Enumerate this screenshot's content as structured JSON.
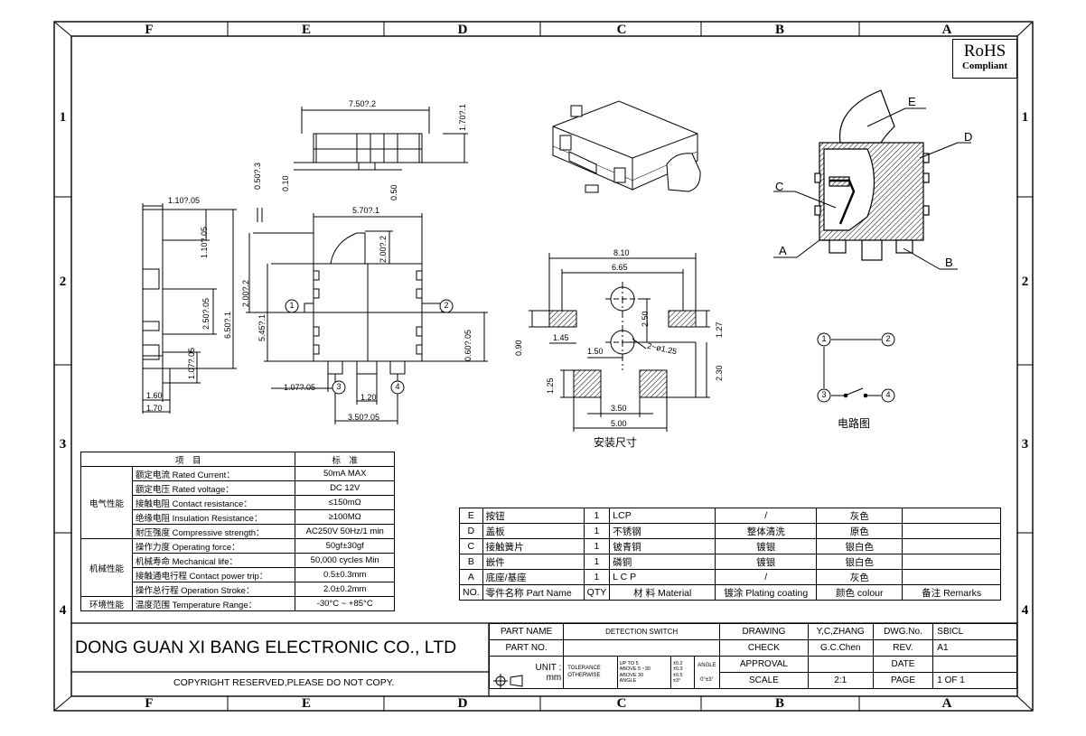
{
  "zones": {
    "columns_top": [
      "F",
      "E",
      "D",
      "C",
      "B",
      "A"
    ],
    "columns_bottom": [
      "F",
      "E",
      "D",
      "C",
      "B",
      "A"
    ],
    "rows_left": [
      "1",
      "2",
      "3",
      "4"
    ],
    "rows_right": [
      "1",
      "2",
      "3",
      "4"
    ]
  },
  "rohs": {
    "line1": "RoHS",
    "line2": "Compliant"
  },
  "dimensions": {
    "top_width": "7.50?.2",
    "top_height": "1.70?.1",
    "top_010": "0.10",
    "top_050": "0.50",
    "left_stack": "0.50?.3",
    "side_width": "1.10?.05",
    "side_110": "1.10?.05",
    "side_250": "2.50?.05",
    "side_650": "6.50?.1",
    "side_107": "1.07?.05",
    "side_160": "1.60",
    "side_170": "1.70",
    "front_570": "5.70?.1",
    "front_200a": "2.00?.2",
    "front_200b": "2.00?.2",
    "front_545": "5.45?.1",
    "front_060": "0.60?.05",
    "front_107": "1.07?.05",
    "front_120": "1.20",
    "front_350": "3.50?.05",
    "pad_810": "8.10",
    "pad_665": "6.65",
    "pad_250": "2.50",
    "pad_127": "1.27",
    "pad_090": "0.90",
    "pad_145": "1.45",
    "pad_150": "1.50",
    "pad_hole": "2~ø1.25",
    "pad_230": "2.30",
    "pad_125": "1.25",
    "pad_350": "3.50",
    "pad_500": "5.00"
  },
  "circles": {
    "p1": "1",
    "p2": "2",
    "p3": "3",
    "p4": "4"
  },
  "labels": {
    "mount_caption": "安装尺寸",
    "circuit_caption": "电路图",
    "cut_E": "E",
    "cut_D": "D",
    "cut_C": "C",
    "cut_A": "A",
    "cut_B": "B"
  },
  "spec": {
    "header": {
      "item": "项　目",
      "standard": "标　准"
    },
    "groups": [
      {
        "name": "电气性能",
        "rows": [
          {
            "item": "额定电流  Rated Current：",
            "value": "50mA MAX"
          },
          {
            "item": "额定电压  Rated voltage：",
            "value": "DC 12V"
          },
          {
            "item": "接触电阻  Contact resistance：",
            "value": "≤150mΩ"
          },
          {
            "item": "绝缘电阻  Insulation Resistance：",
            "value": "≥100MΩ"
          },
          {
            "item": "耐压强度  Compressive strength：",
            "value": "AC250V  50Hz/1 min"
          }
        ]
      },
      {
        "name": "机械性能",
        "rows": [
          {
            "item": "操作力度  Operating force：",
            "value": "50gf±30gf"
          },
          {
            "item": "机械寿命  Mechanical life：",
            "value": "50,000 cycles Min"
          },
          {
            "item": "接触通电行程  Contact power trip：",
            "value": "0.5±0.3mm"
          },
          {
            "item": "操作总行程  Operation Stroke：",
            "value": "2.0±0.2mm"
          }
        ]
      },
      {
        "name": "环境性能",
        "rows": [
          {
            "item": "温度范围  Temperature Range：",
            "value": "-30°C ~ +85°C"
          }
        ]
      }
    ]
  },
  "parts": {
    "rows": [
      {
        "no": "E",
        "name": "按钮",
        "qty": "1",
        "material": "LCP",
        "plating": "/",
        "colour": "灰色",
        "remarks": ""
      },
      {
        "no": "D",
        "name": "盖板",
        "qty": "1",
        "material": "不锈钢",
        "plating": "整体清洗",
        "colour": "原色",
        "remarks": ""
      },
      {
        "no": "C",
        "name": "接触簧片",
        "qty": "1",
        "material": "铍青铜",
        "plating": "镀银",
        "colour": "银白色",
        "remarks": ""
      },
      {
        "no": "B",
        "name": "嵌件",
        "qty": "1",
        "material": "磷铜",
        "plating": "镀银",
        "colour": "银白色",
        "remarks": ""
      },
      {
        "no": "A",
        "name": "底座/基座",
        "qty": "1",
        "material": "L C P",
        "plating": "/",
        "colour": "灰色",
        "remarks": ""
      }
    ],
    "header": {
      "no": "NO.",
      "name": "零件名称  Part Name",
      "qty": "QTY",
      "material": "材 料  Material",
      "plating": "镀涂  Plating coating",
      "colour": "颜色   colour",
      "remarks": "备注  Remarks"
    }
  },
  "title_block": {
    "company": "DONG GUAN XI BANG ELECTRONIC CO., LTD",
    "copyright": "COPYRIGHT  RESERVED,PLEASE  DO  NOT  COPY.",
    "part_name_label": "PART  NAME",
    "part_name": "DETECTION  SWITCH",
    "part_no_label": "PART  NO.",
    "part_no": "",
    "unit_label": "UNIT :",
    "unit": "mm",
    "tolerance_label": "TOLERANCE",
    "otherwise_label": "OTHERWISE",
    "tol1": "UP TO 5",
    "tol1v": "±0.2",
    "tol2": "ABOVE 5 ~30",
    "tol2v": "±0.3",
    "tol3": "ABOVE  30",
    "tol3v": "±0.5",
    "tol4": "ANGLE",
    "tol4v": "±3°",
    "angle_label": "ANGLE",
    "angle_value": "0°±3°",
    "drawing_label": "DRAWING",
    "drawing_by": "Y,C,ZHANG",
    "dwgno_label": "DWG.No.",
    "dwgno": "SBICL",
    "check_label": "CHECK",
    "check_by": "G.C.Chen",
    "rev_label": "REV.",
    "rev": "A1",
    "approval_label": "APPROVAL",
    "approval_by": "",
    "date_label": "DATE",
    "date": "",
    "scale_label": "SCALE",
    "scale": "2:1",
    "page_label": "PAGE",
    "page": "1  OF  1"
  }
}
